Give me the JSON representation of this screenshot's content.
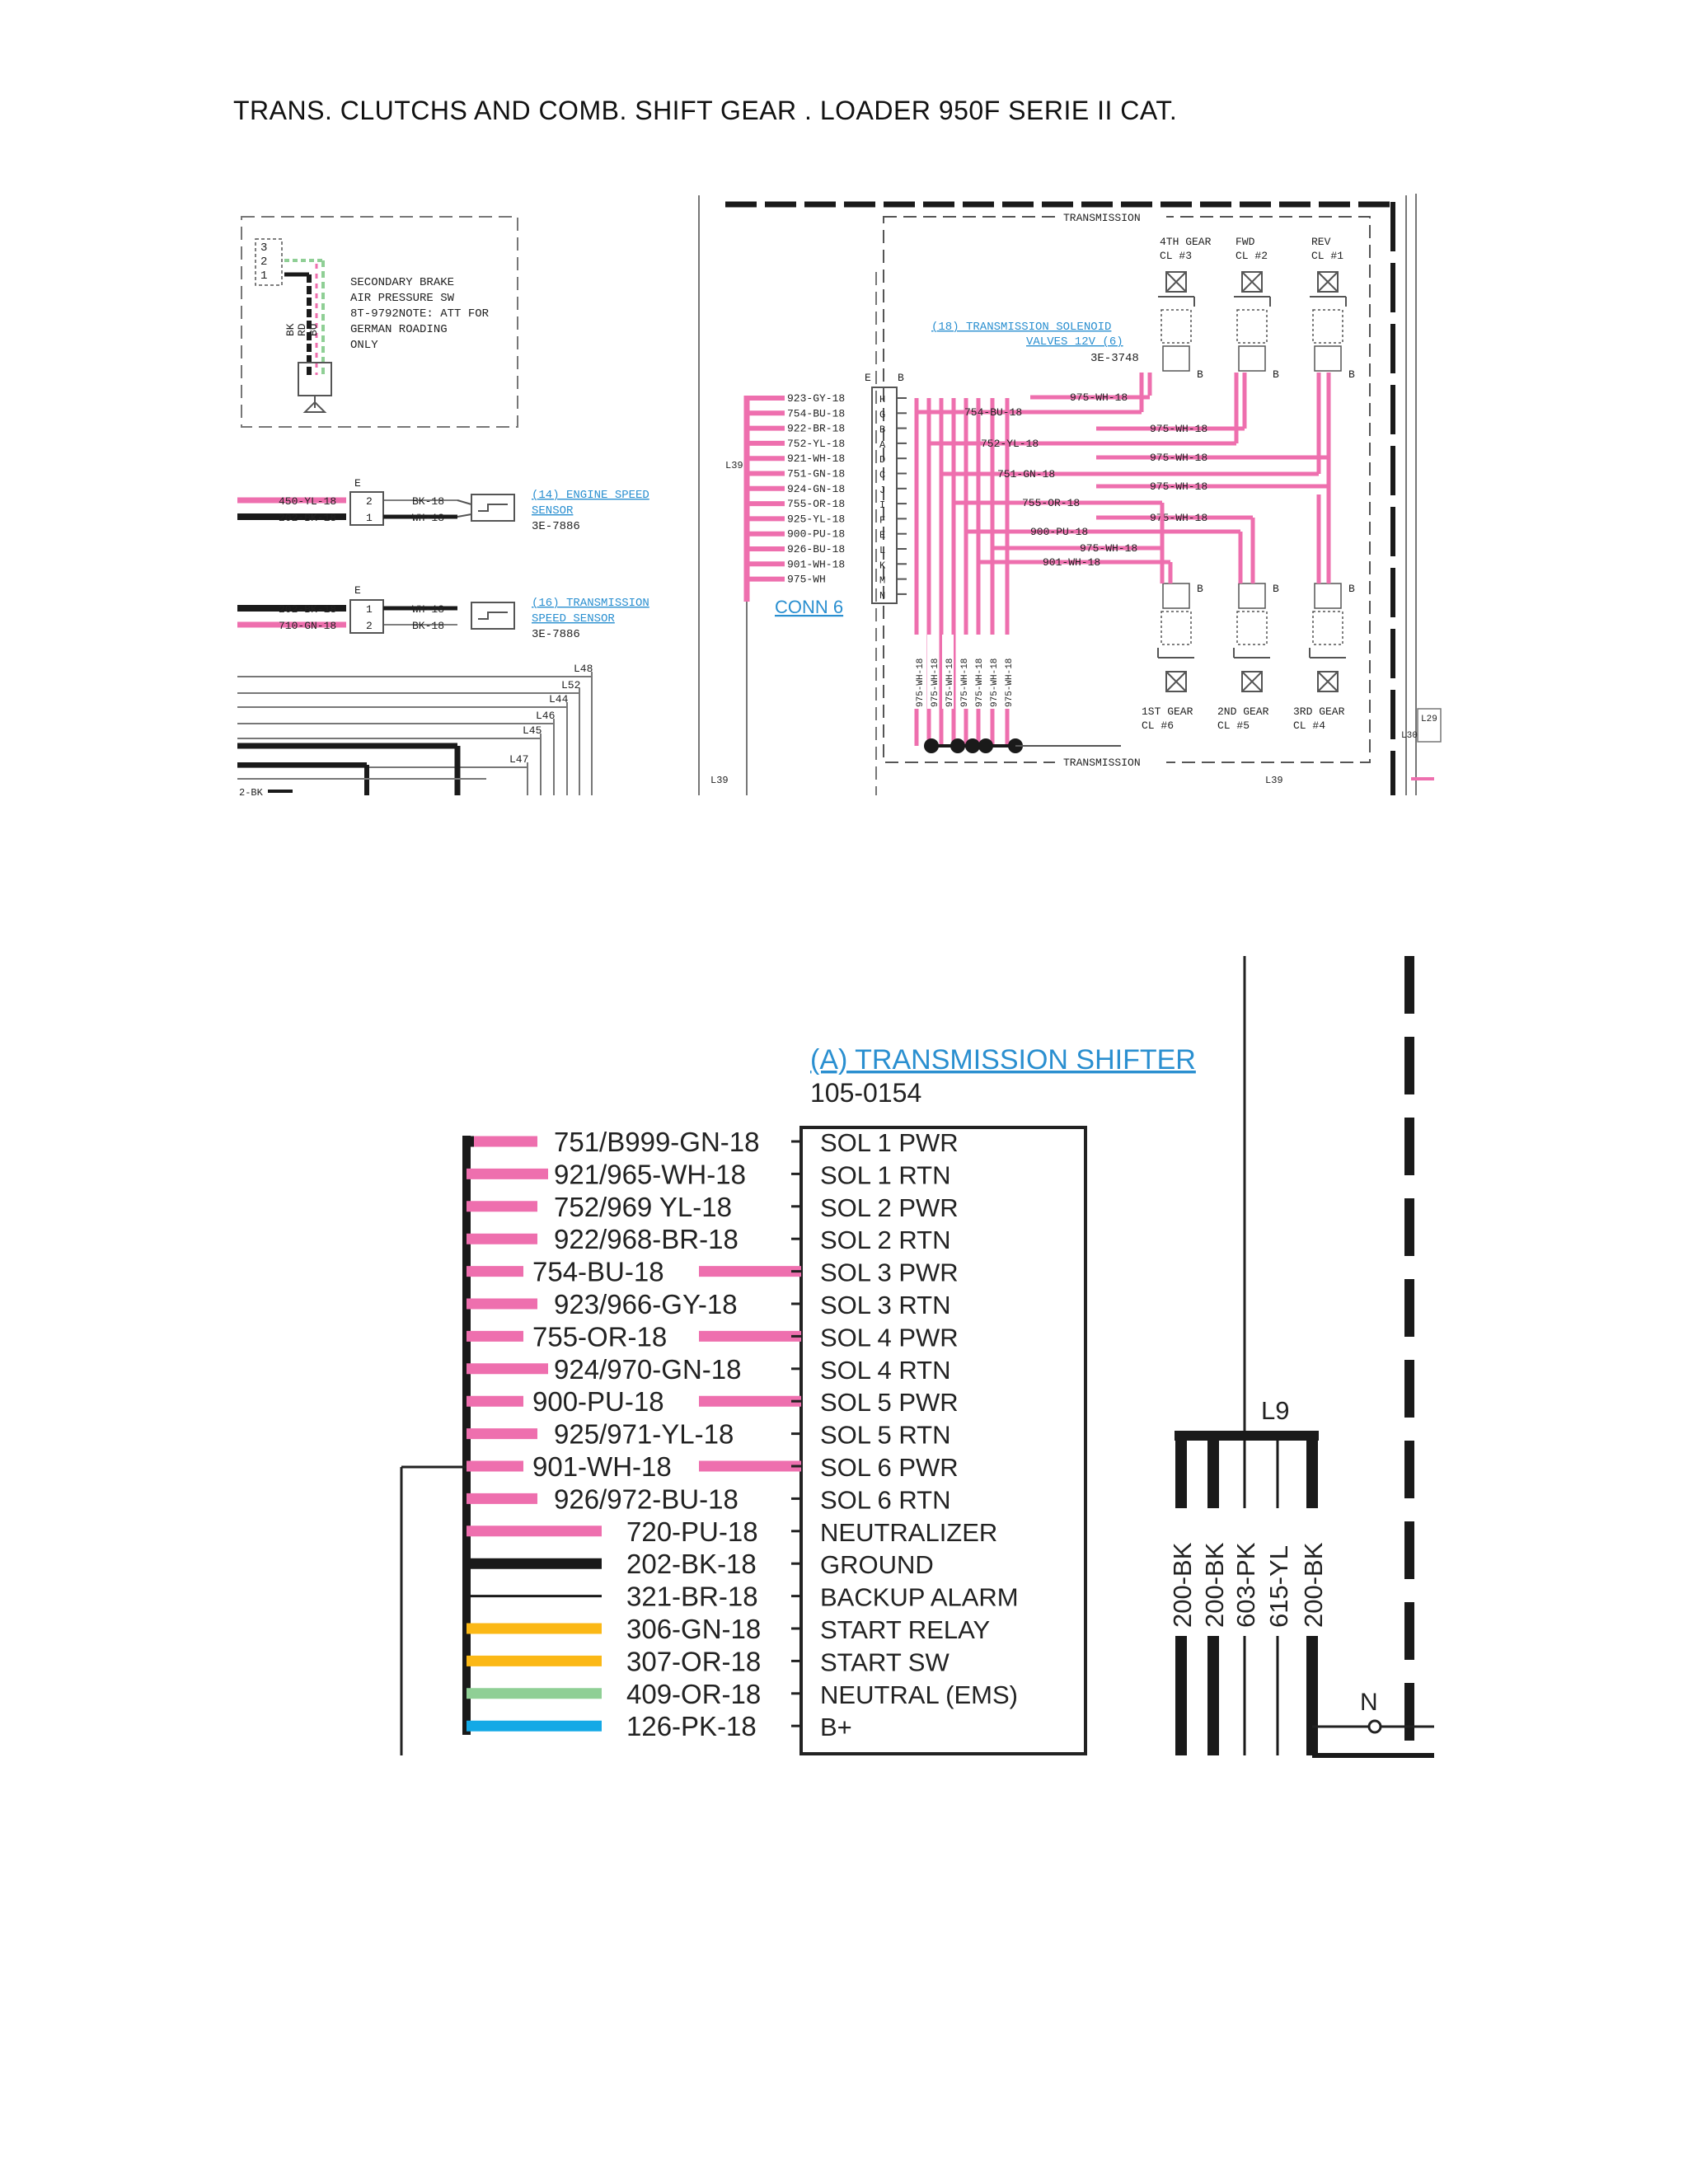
{
  "title": "TRANS. CLUTCHS  AND  COMB.  SHIFT GEAR . LOADER 950F SERIE II CAT.",
  "top_panel": {
    "brake": {
      "pins": [
        "3",
        "2",
        "1"
      ],
      "wire_labels": [
        "BK",
        "RD",
        "BU"
      ],
      "lines": [
        "SECONDARY BRAKE",
        "AIR PRESSURE SW",
        "8T-9792NOTE: ATT FOR",
        "GERMAN ROADING",
        "ONLY"
      ]
    },
    "engine_sensor": {
      "e": "E",
      "in_wires": [
        "450-YL-18",
        "202-BK-18"
      ],
      "pins": [
        "2",
        "1"
      ],
      "out_wires": [
        "BK-18",
        "WH-18"
      ],
      "lines": [
        "(14) ENGINE SPEED",
        "SENSOR"
      ],
      "part": "3E-7886"
    },
    "trans_sensor": {
      "e": "E",
      "in_wires": [
        "202-BK-18",
        "710-GN-18"
      ],
      "pins": [
        "1",
        "2"
      ],
      "out_wires": [
        "WH-18",
        "BK-18"
      ],
      "lines": [
        "(16) TRANSMISSION",
        "SPEED SENSOR"
      ],
      "part": "3E-7886"
    },
    "harness_labels": [
      "L48",
      "L52",
      "L44",
      "L46",
      "L45",
      "L47",
      "2-BK"
    ],
    "transmission": {
      "label_top": "TRANSMISSION",
      "label_bottom": "TRANSMISSION",
      "top_clutches": [
        {
          "line1": "4TH GEAR",
          "line2": "CL #3"
        },
        {
          "line1": "FWD",
          "line2": "CL #2"
        },
        {
          "line1": "REV",
          "line2": "CL #1"
        }
      ],
      "bottom_clutches": [
        {
          "line1": "1ST GEAR",
          "line2": "CL #6"
        },
        {
          "line1": "2ND GEAR",
          "line2": "CL #5"
        },
        {
          "line1": "3RD GEAR",
          "line2": "CL #4"
        }
      ],
      "solenoid_lines": [
        "(18) TRANSMISSION SOLENOID",
        "VALVES 12V (6)"
      ],
      "solenoid_part": "3E-3748",
      "b_label": "B",
      "connector_head": [
        "E",
        "B"
      ],
      "connector_wires": [
        {
          "wire": "923-GY-18",
          "pin": "H"
        },
        {
          "wire": "754-BU-18",
          "pin": "G"
        },
        {
          "wire": "922-BR-18",
          "pin": "B"
        },
        {
          "wire": "752-YL-18",
          "pin": "A"
        },
        {
          "wire": "921-WH-18",
          "pin": "D"
        },
        {
          "wire": "751-GN-18",
          "pin": "C"
        },
        {
          "wire": "924-GN-18",
          "pin": "J"
        },
        {
          "wire": "755-OR-18",
          "pin": "I"
        },
        {
          "wire": "925-YL-18",
          "pin": "F"
        },
        {
          "wire": "900-PU-18",
          "pin": "E"
        },
        {
          "wire": "926-BU-18",
          "pin": "L"
        },
        {
          "wire": "901-WH-18",
          "pin": "K"
        },
        {
          "wire": "975-WH",
          "pin": "M"
        },
        {
          "wire": "",
          "pin": "N"
        }
      ],
      "inner_wires": [
        "754-BU-18",
        "752-YL-18",
        "751-GN-18",
        "755-OR-18",
        "900-PU-18",
        "901-WH-18",
        "975-WH-18"
      ],
      "return_wires": [
        "975-WH-18",
        "975-WH-18",
        "975-WH-18",
        "975-WH-18",
        "975-WH-18"
      ],
      "vertical_wires": [
        "975-WH-18",
        "975-WH-18",
        "975-WH-18",
        "975-WH-18",
        "975-WH-18",
        "975-WH-18",
        "975-WH-18"
      ],
      "conn": "CONN 6",
      "l39": "L39",
      "l29": "L29",
      "l30": "L30"
    }
  },
  "shifter": {
    "title": "(A) TRANSMISSION SHIFTER",
    "part": "105-0154",
    "rows": [
      {
        "wire": "751/B999-GN-18",
        "fn": "SOL  1  PWR",
        "color": "#ee6fae",
        "style": "a"
      },
      {
        "wire": "921/965-WH-18",
        "fn": "SOL  1  RTN",
        "color": "#ee6fae",
        "style": "b"
      },
      {
        "wire": "752/969 YL-18",
        "fn": "SOL  2  PWR",
        "color": "#ee6fae",
        "style": "a"
      },
      {
        "wire": "922/968-BR-18",
        "fn": "SOL  2  RTN",
        "color": "#ee6fae",
        "style": "a"
      },
      {
        "wire": "754-BU-18",
        "fn": "SOL  3  PWR",
        "color": "#ee6fae",
        "style": "c"
      },
      {
        "wire": "923/966-GY-18",
        "fn": "SOL  3  RTN",
        "color": "#ee6fae",
        "style": "a"
      },
      {
        "wire": "755-OR-18",
        "fn": "SOL  4  PWR",
        "color": "#ee6fae",
        "style": "c"
      },
      {
        "wire": "924/970-GN-18",
        "fn": "SOL  4  RTN",
        "color": "#ee6fae",
        "style": "b"
      },
      {
        "wire": "900-PU-18",
        "fn": "SOL  5  PWR",
        "color": "#ee6fae",
        "style": "c"
      },
      {
        "wire": "925/971-YL-18",
        "fn": "SOL  5  RTN",
        "color": "#ee6fae",
        "style": "a"
      },
      {
        "wire": "901-WH-18",
        "fn": "SOL  6  PWR",
        "color": "#ee6fae",
        "style": "c"
      },
      {
        "wire": "926/972-BU-18",
        "fn": "SOL  6  RTN",
        "color": "#ee6fae",
        "style": "a"
      },
      {
        "wire": "720-PU-18",
        "fn": "NEUTRALIZER",
        "color": "#ee6fae",
        "style": "d"
      },
      {
        "wire": "202-BK-18",
        "fn": "GROUND",
        "color": "#1a1a1a",
        "style": "d"
      },
      {
        "wire": "321-BR-18",
        "fn": "BACKUP  ALARM",
        "color": "#1a1a1a",
        "style": "thin"
      },
      {
        "wire": "306-GN-18",
        "fn": "START  RELAY",
        "color": "#fbb816",
        "style": "d"
      },
      {
        "wire": "307-OR-18",
        "fn": "START  SW",
        "color": "#fbb816",
        "style": "d"
      },
      {
        "wire": "409-OR-18",
        "fn": "NEUTRAL  (EMS)",
        "color": "#8fcf95",
        "style": "d"
      },
      {
        "wire": "126-PK-18",
        "fn": "B+",
        "color": "#14a9e6",
        "style": "d"
      }
    ]
  },
  "l9": {
    "label": "L9",
    "wires": [
      "200-BK",
      "200-BK",
      "603-PK",
      "615-YL",
      "200-BK"
    ],
    "n_label": "N"
  },
  "colors": {
    "pink": "#ee6fae",
    "black": "#1a1a1a",
    "yellow": "#fbb816",
    "green": "#8fcf95",
    "blue": "#14a9e6",
    "link": "#2a8fd0"
  }
}
